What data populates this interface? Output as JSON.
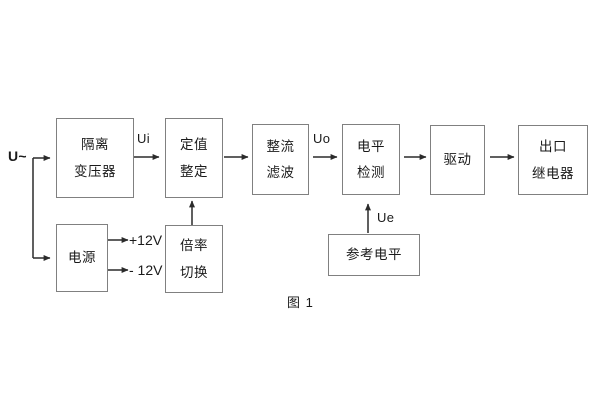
{
  "figure": {
    "caption": "图 1",
    "input_label": "U~",
    "colors": {
      "border": "#808080",
      "text": "#1a1a1a",
      "wire": "#2b2b2b",
      "background": "#ffffff"
    }
  },
  "blocks": [
    {
      "id": "isolation-transformer",
      "lines": [
        "隔离",
        "变压器"
      ]
    },
    {
      "id": "setpoint-adjust",
      "lines": [
        "定值",
        "整定"
      ]
    },
    {
      "id": "rectify-filter",
      "lines": [
        "整流",
        "滤波"
      ]
    },
    {
      "id": "level-detect",
      "lines": [
        "电平",
        "检测"
      ]
    },
    {
      "id": "drive",
      "lines": [
        "驱动"
      ]
    },
    {
      "id": "output-relay",
      "lines": [
        "出口",
        "继电器"
      ]
    },
    {
      "id": "power-supply",
      "lines": [
        "电源"
      ]
    },
    {
      "id": "multiplier-switch",
      "lines": [
        "倍率",
        "切换"
      ]
    },
    {
      "id": "reference-level",
      "lines": [
        "参考电平"
      ]
    }
  ],
  "signals": {
    "ui": "Ui",
    "uo": "Uo",
    "ue": "Ue",
    "rail_positive": "+12V",
    "rail_negative": "- 12V"
  }
}
